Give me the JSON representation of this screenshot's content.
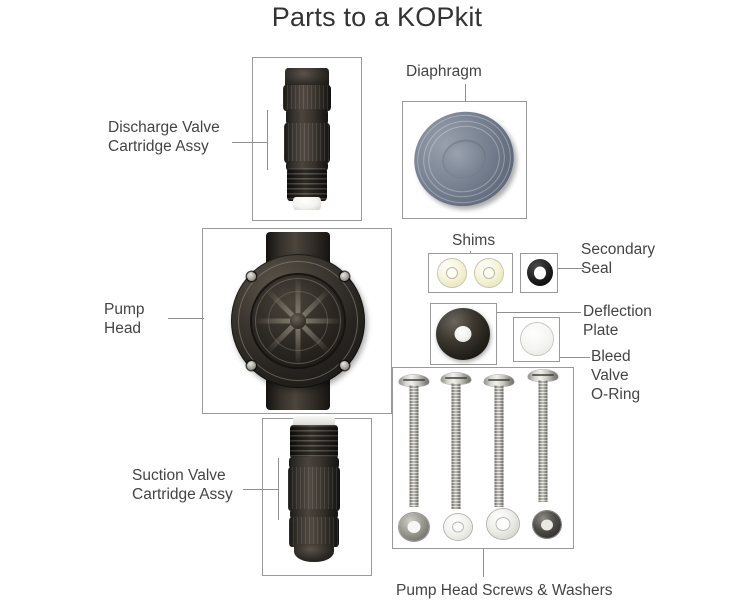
{
  "page": {
    "title": "Parts to a KOPkit",
    "background_color": "#ffffff"
  },
  "labels": {
    "discharge_valve": "Discharge Valve\nCartridge Assy",
    "diaphragm": "Diaphragm",
    "pump_head": "Pump\nHead",
    "shims": "Shims",
    "secondary_seal": "Secondary\nSeal",
    "deflection_plate": "Deflection\nPlate",
    "bleed_valve_oring": "Bleed\nValve\nO-Ring",
    "suction_valve": "Suction Valve\nCartridge Assy",
    "screws_washers": "Pump Head Screws & Washers"
  },
  "parts": [
    {
      "id": "discharge-valve-cartridge",
      "name": "Discharge Valve Cartridge Assy",
      "label": "Discharge Valve\nCartridge Assy",
      "color": "#2f2b26",
      "accent_color": "#f2f2ee"
    },
    {
      "id": "diaphragm",
      "name": "Diaphragm",
      "label": "Diaphragm",
      "color": "#7b8494",
      "accent_color": "#98a0ad"
    },
    {
      "id": "pump-head",
      "name": "Pump Head",
      "label": "Pump\nHead",
      "color": "#2b2722",
      "accent_color": "#968e80",
      "bolt_count": 4,
      "spoke_count": 8
    },
    {
      "id": "shims",
      "name": "Shims",
      "label": "Shims",
      "color": "#eceabd",
      "count": 2
    },
    {
      "id": "secondary-seal",
      "name": "Secondary Seal",
      "label": "Secondary\nSeal",
      "color": "#121212",
      "count": 1
    },
    {
      "id": "deflection-plate",
      "name": "Deflection Plate",
      "label": "Deflection\nPlate",
      "color": "#23201a",
      "count": 1
    },
    {
      "id": "bleed-valve-oring",
      "name": "Bleed Valve O-Ring",
      "label": "Bleed\nValve\nO-Ring",
      "color": "#f2f2f0",
      "count": 1
    },
    {
      "id": "suction-valve-cartridge",
      "name": "Suction Valve Cartridge Assy",
      "label": "Suction Valve\nCartridge Assy",
      "color": "#2f2b26",
      "accent_color": "#eeeee9"
    },
    {
      "id": "pump-head-screws-washers",
      "name": "Pump Head Screws & Washers",
      "label": "Pump Head Screws & Washers",
      "color": "#c9c8c2",
      "screw_count": 4,
      "washer_count": 4
    }
  ],
  "style": {
    "frame_border_color": "#9a9a9a",
    "leader_line_color": "#8e8e8e",
    "title_color": "#333333",
    "label_color": "#444444"
  }
}
